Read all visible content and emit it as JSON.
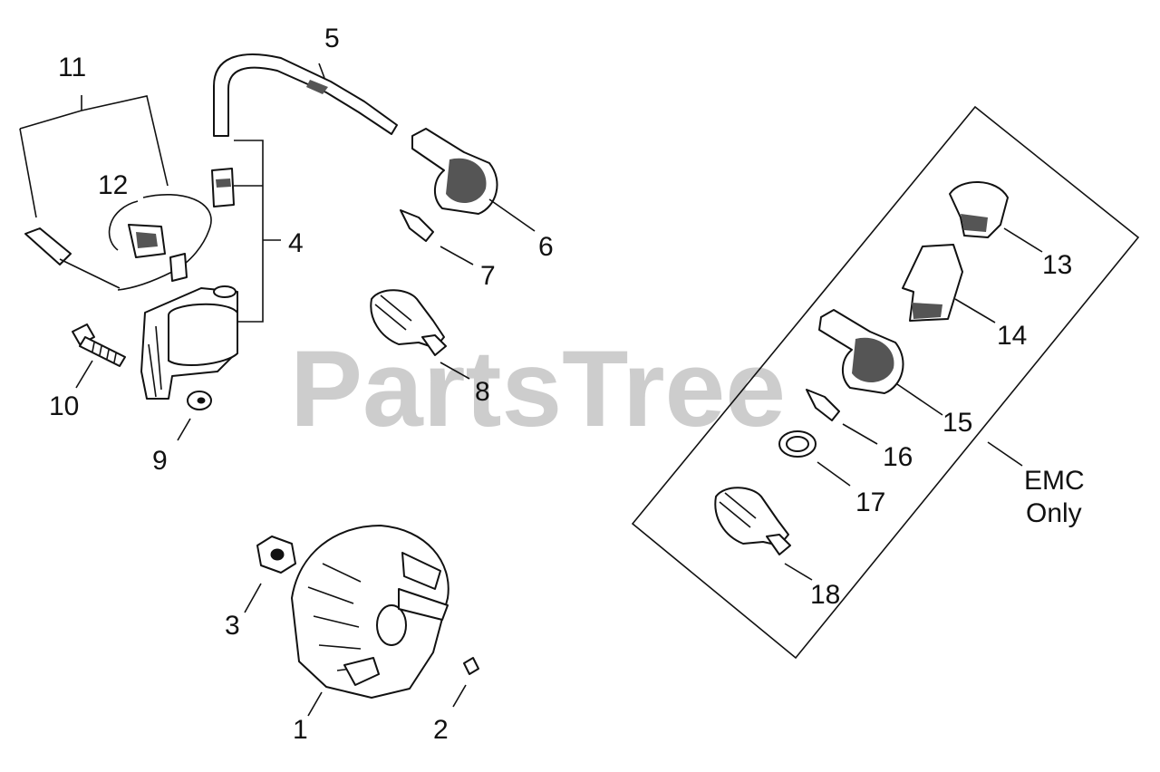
{
  "watermark": "PartsTree",
  "callouts": [
    {
      "id": "1",
      "text": "1"
    },
    {
      "id": "2",
      "text": "2"
    },
    {
      "id": "3",
      "text": "3"
    },
    {
      "id": "4",
      "text": "4"
    },
    {
      "id": "5",
      "text": "5"
    },
    {
      "id": "6",
      "text": "6"
    },
    {
      "id": "7",
      "text": "7"
    },
    {
      "id": "8",
      "text": "8"
    },
    {
      "id": "9",
      "text": "9"
    },
    {
      "id": "10",
      "text": "10"
    },
    {
      "id": "11",
      "text": "11"
    },
    {
      "id": "12",
      "text": "12"
    },
    {
      "id": "13",
      "text": "13"
    },
    {
      "id": "14",
      "text": "14"
    },
    {
      "id": "15",
      "text": "15"
    },
    {
      "id": "16",
      "text": "16"
    },
    {
      "id": "17",
      "text": "17"
    },
    {
      "id": "18",
      "text": "18"
    }
  ],
  "emc_box": {
    "line1": "EMC",
    "line2": "Only"
  },
  "colors": {
    "ink": "#111111",
    "watermark": "#bdbdbd",
    "background": "#ffffff"
  }
}
